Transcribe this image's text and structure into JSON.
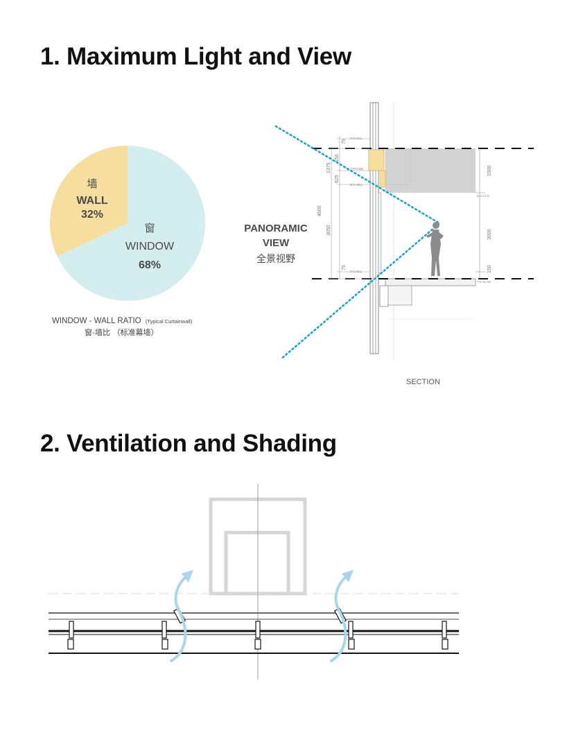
{
  "headings": {
    "section1": "1. Maximum Light and View",
    "section2": "2. Ventilation and Shading"
  },
  "chart_data": {
    "type": "pie",
    "slices": [
      {
        "label": "WINDOW",
        "label_cn": "窗",
        "value": 68,
        "value_text": "68%",
        "color": "#d4eef0"
      },
      {
        "label": "WALL",
        "label_cn": "墙",
        "value": 32,
        "value_text": "32%",
        "color": "#f5de9e"
      }
    ],
    "caption": {
      "main": "WINDOW - WALL RATIO",
      "note": "(Typical Curtainwall)",
      "cn": "窗-墙比 （标准幕墙）"
    }
  },
  "section_diagram": {
    "panoramic_line1": "PANORAMIC",
    "panoramic_line2": "VIEW",
    "panoramic_cn": "全景视野",
    "section_label": "SECTION",
    "dims": {
      "total": "4500",
      "d1375": "1375",
      "d3050": "3050",
      "d625": "625",
      "d150a": "150",
      "d75a": "75",
      "d75b": "75",
      "d1500": "1500",
      "d3000": "3000",
      "d150b": "150"
    },
    "notes": {
      "to_sill": "T.O.SILL",
      "frame": "T.FRAME",
      "bo_sill": "B.O.SILL",
      "bo_clg": "B.O.CLG",
      "to_sill2": "T.O.SILL",
      "to_slab": "T.O.SLAB"
    }
  },
  "colors": {
    "window": "#d4eef0",
    "wall": "#f5de9e",
    "sightline": "#1aa3cc",
    "airflow": "#a9d6e8",
    "figure": "#8c8c8c"
  }
}
